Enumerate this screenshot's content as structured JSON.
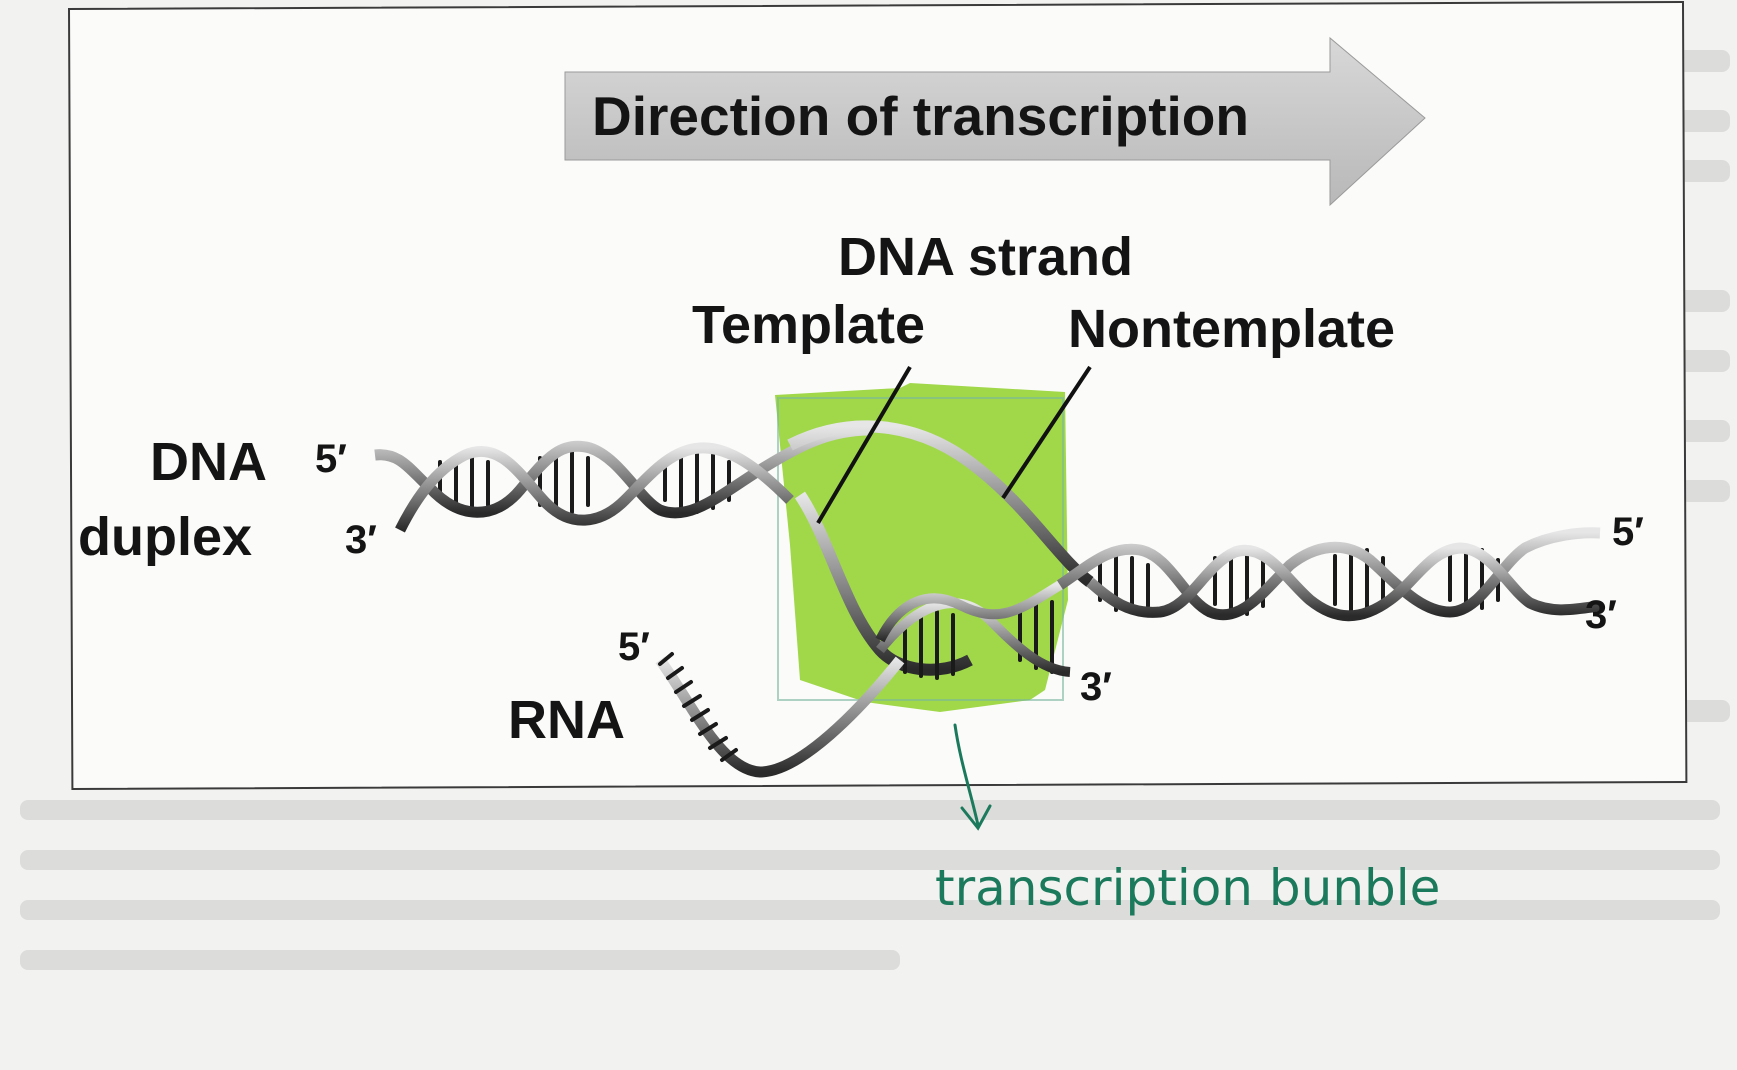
{
  "diagram": {
    "arrow_label": "Direction of transcription",
    "dna_strand_label": "DNA strand",
    "template_label": "Template",
    "nontemplate_label": "Nontemplate",
    "dna_duplex_label_line1": "DNA",
    "dna_duplex_label_line2": "duplex",
    "rna_label": "RNA",
    "left_5prime": "5′",
    "left_3prime": "3′",
    "right_5prime": "5′",
    "right_3prime": "3′",
    "rna_5prime": "5′",
    "rna_3prime": "3′"
  },
  "annotation": {
    "handwritten_label": "transcription bunble"
  },
  "colors": {
    "highlight": "#8fd12a",
    "handwriting": "#1c7a5c",
    "arrow": "#c9c9c9"
  }
}
